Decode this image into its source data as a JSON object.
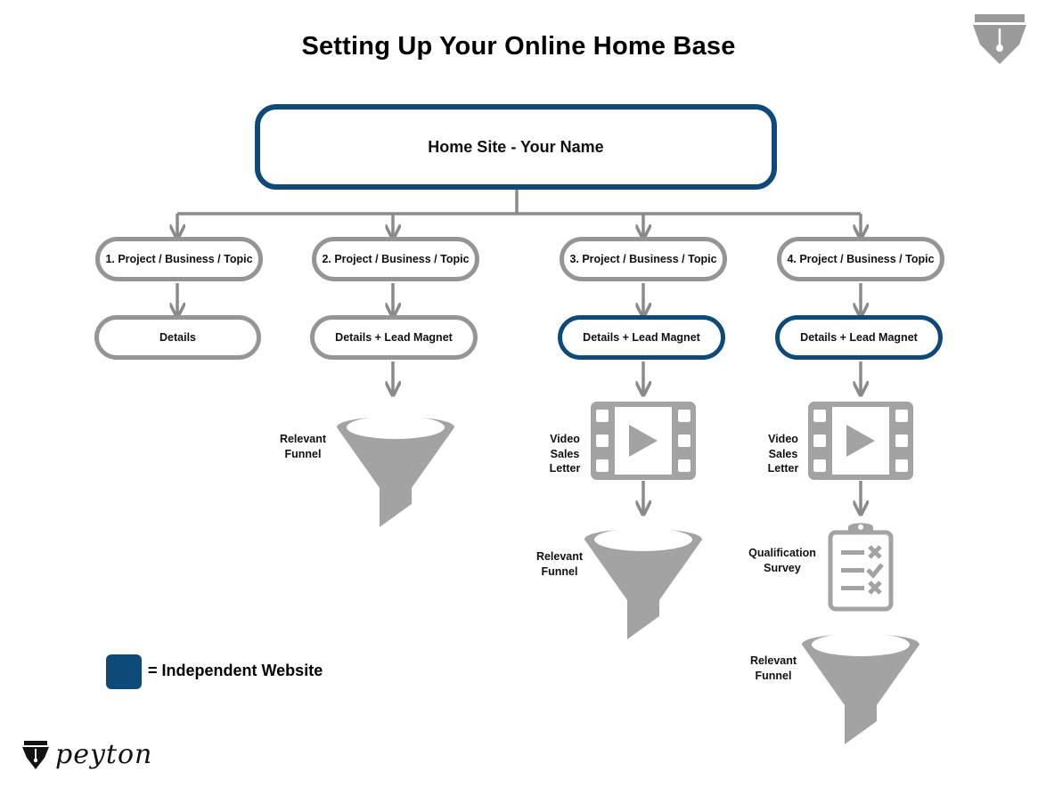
{
  "title": "Setting Up Your Online Home Base",
  "home": {
    "label": "Home Site - Your Name"
  },
  "columns": [
    {
      "project": "1. Project / Business / Topic",
      "details": "Details"
    },
    {
      "project": "2. Project / Business / Topic",
      "details": "Details + Lead Magnet",
      "funnel_label": "Relevant\nFunnel"
    },
    {
      "project": "3. Project / Business / Topic",
      "details": "Details + Lead Magnet",
      "video_label": "Video\nSales\nLetter",
      "funnel_label": "Relevant\nFunnel"
    },
    {
      "project": "4. Project / Business / Topic",
      "details": "Details + Lead Magnet",
      "video_label": "Video\nSales\nLetter",
      "survey_label": "Qualification\nSurvey",
      "funnel_label": "Relevant\nFunnel"
    }
  ],
  "legend": {
    "text": "= Independent Website",
    "color": "#0d4a7a"
  },
  "brand": {
    "name": "peyton"
  },
  "colors": {
    "accent": "#0d4a7a",
    "gray": "#959595",
    "icon_gray": "#a3a3a3"
  }
}
